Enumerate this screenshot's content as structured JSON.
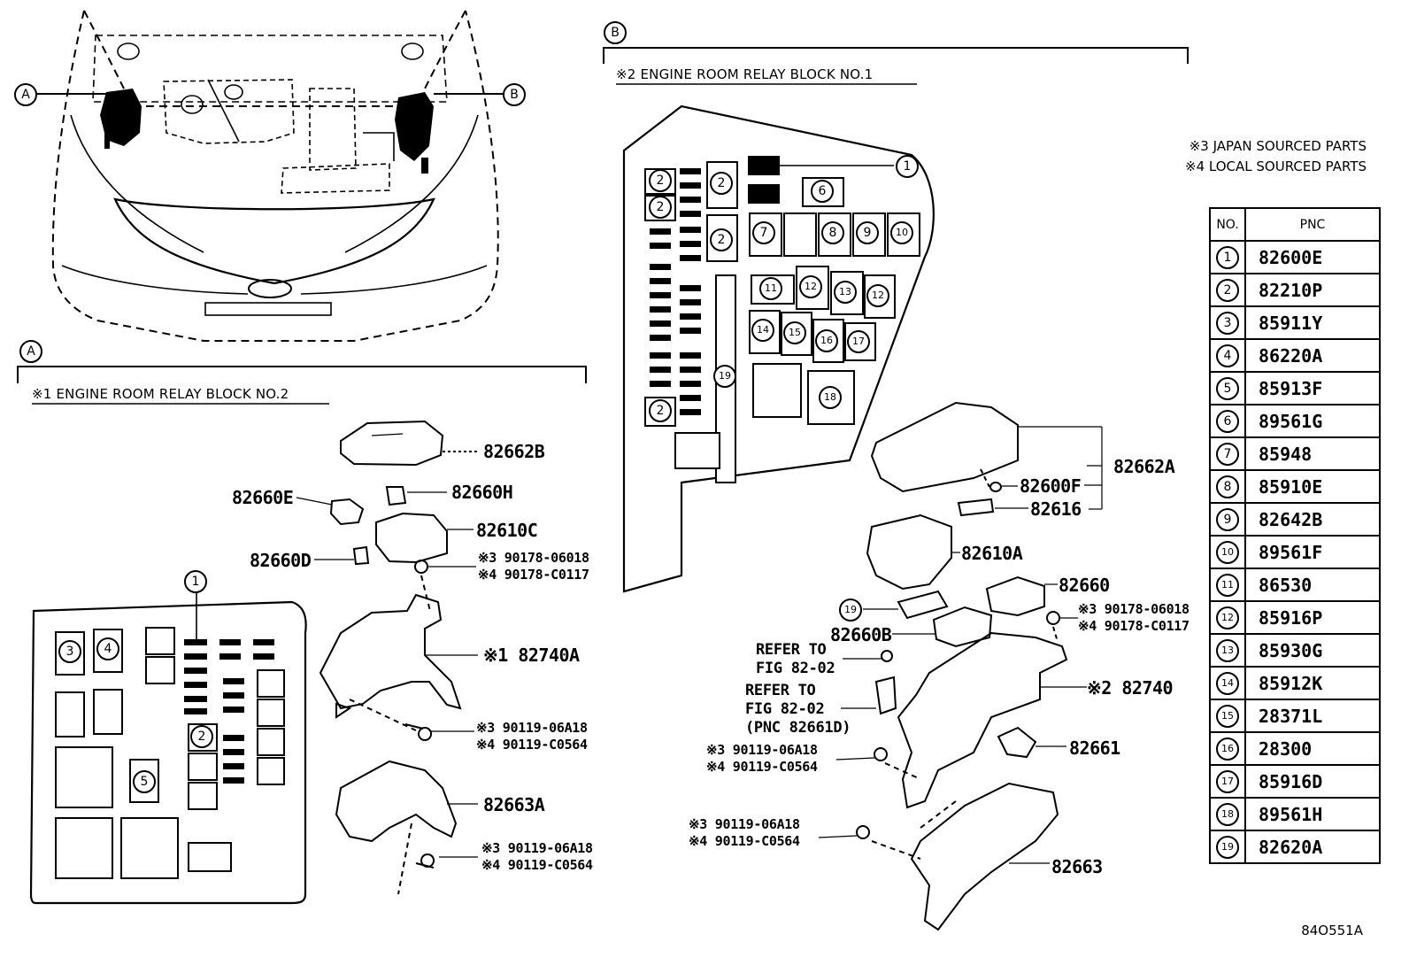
{
  "callouts": {
    "A": "A",
    "B": "B"
  },
  "section_a": {
    "marker": "A",
    "title": "※1 ENGINE ROOM RELAY BLOCK NO.2",
    "layout_circles": [
      "3",
      "4",
      "2",
      "5"
    ],
    "top_circle": "1",
    "parts": [
      {
        "label": "82662B"
      },
      {
        "label": "82660E"
      },
      {
        "label": "82660H"
      },
      {
        "label": "82610C"
      },
      {
        "label": "82660D"
      },
      {
        "label": "※3 90178-06018"
      },
      {
        "label": "※4 90178-C0117"
      },
      {
        "label": "※1 82740A"
      },
      {
        "label": "※3 90119-06A18"
      },
      {
        "label": "※4 90119-C0564"
      },
      {
        "label": "82663A"
      },
      {
        "label": "※3 90119-06A18"
      },
      {
        "label": "※4 90119-C0564"
      }
    ]
  },
  "section_b": {
    "marker": "B",
    "title": "※2 ENGINE ROOM RELAY BLOCK NO.1",
    "layout_circles": [
      "2",
      "2",
      "2",
      "2",
      "2",
      "6",
      "7",
      "8",
      "9",
      "10",
      "11",
      "12",
      "13",
      "12",
      "14",
      "15",
      "16",
      "17",
      "18",
      "19"
    ],
    "top_circle": "1",
    "parts": [
      {
        "label": "82662A"
      },
      {
        "label": "82600F"
      },
      {
        "label": "82616"
      },
      {
        "label": "82610A"
      },
      {
        "label": "82660"
      },
      {
        "label": "※3 90178-06018"
      },
      {
        "label": "※4 90178-C0117"
      },
      {
        "label": "82660B"
      },
      {
        "label": "REFER TO"
      },
      {
        "label": "FIG 82-02"
      },
      {
        "label": "※2 82740"
      },
      {
        "label": "REFER TO"
      },
      {
        "label": "FIG 82-02"
      },
      {
        "label": "(PNC 82661D)"
      },
      {
        "label": "※3 90119-06A18"
      },
      {
        "label": "※4 90119-C0564"
      },
      {
        "label": "82661"
      },
      {
        "label": "※3 90119-06A18"
      },
      {
        "label": "※4 90119-C0564"
      },
      {
        "label": "82663"
      }
    ],
    "connector_circle": "19"
  },
  "notes": {
    "line1": "※3 JAPAN SOURCED PARTS",
    "line2": "※4 LOCAL SOURCED PARTS"
  },
  "table": {
    "headers": [
      "NO.",
      "PNC"
    ],
    "rows": [
      {
        "no": "1",
        "pnc": "82600E"
      },
      {
        "no": "2",
        "pnc": "82210P"
      },
      {
        "no": "3",
        "pnc": "85911Y"
      },
      {
        "no": "4",
        "pnc": "86220A"
      },
      {
        "no": "5",
        "pnc": "85913F"
      },
      {
        "no": "6",
        "pnc": "89561G"
      },
      {
        "no": "7",
        "pnc": "85948"
      },
      {
        "no": "8",
        "pnc": "85910E"
      },
      {
        "no": "9",
        "pnc": "82642B"
      },
      {
        "no": "10",
        "pnc": "89561F"
      },
      {
        "no": "11",
        "pnc": "86530"
      },
      {
        "no": "12",
        "pnc": "85916P"
      },
      {
        "no": "13",
        "pnc": "85930G"
      },
      {
        "no": "14",
        "pnc": "85912K"
      },
      {
        "no": "15",
        "pnc": "28371L"
      },
      {
        "no": "16",
        "pnc": "28300"
      },
      {
        "no": "17",
        "pnc": "85916D"
      },
      {
        "no": "18",
        "pnc": "89561H"
      },
      {
        "no": "19",
        "pnc": "82620A"
      }
    ]
  },
  "figure_id": "84O551A"
}
